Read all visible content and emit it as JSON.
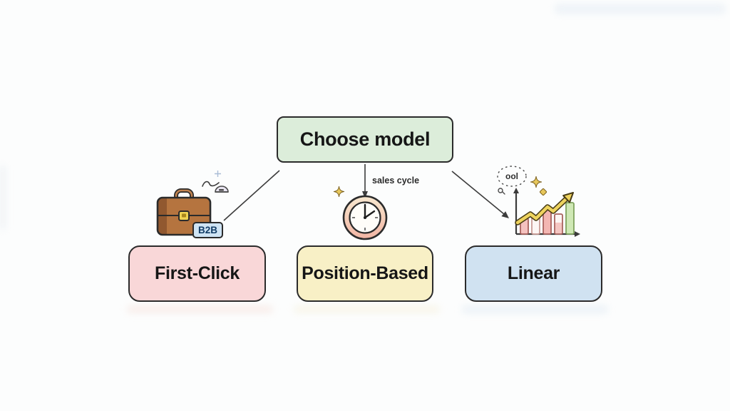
{
  "diagram": {
    "root": {
      "label": "Choose model",
      "fill": "#dcedda"
    },
    "branches": [
      {
        "label": "First-Click",
        "fill": "#f9d7d8",
        "icon": "briefcase-icon",
        "badge": "B2B"
      },
      {
        "label": "Position-Based",
        "fill": "#f8f0c6",
        "icon": "clock-icon",
        "annotation": "sales cycle"
      },
      {
        "label": "Linear",
        "fill": "#d0e2f1",
        "icon": "bar-chart-icon",
        "doodle_text": "ool"
      }
    ],
    "icons": {
      "briefcase-icon": "brown briefcase with gold clasp",
      "clock-icon": "clock with peach ring showing two o'clock",
      "bar-chart-icon": "bar chart with rising gold zigzag arrow",
      "sparkle-icon": "four-point gold star",
      "scribble-icon": "dotted scribble circle doodle"
    },
    "colors": {
      "background": "#fcfdfd",
      "node_border": "#2b2b2b",
      "root_fill": "#dcedda",
      "first_click_fill": "#f9d7d8",
      "position_based_fill": "#f8f0c6",
      "linear_fill": "#d0e2f1",
      "connector": "#3c3c3c",
      "briefcase_brown": "#b5743f",
      "clasp_gold": "#eed252",
      "clock_ring": "#f2b5a4",
      "chart_bar_pink": "#f3b6b2",
      "chart_bar_green": "#cfe8b5",
      "chart_arrow_gold": "#eed35e",
      "badge_fill": "#cfe4f4",
      "badge_text": "#123c66"
    }
  }
}
